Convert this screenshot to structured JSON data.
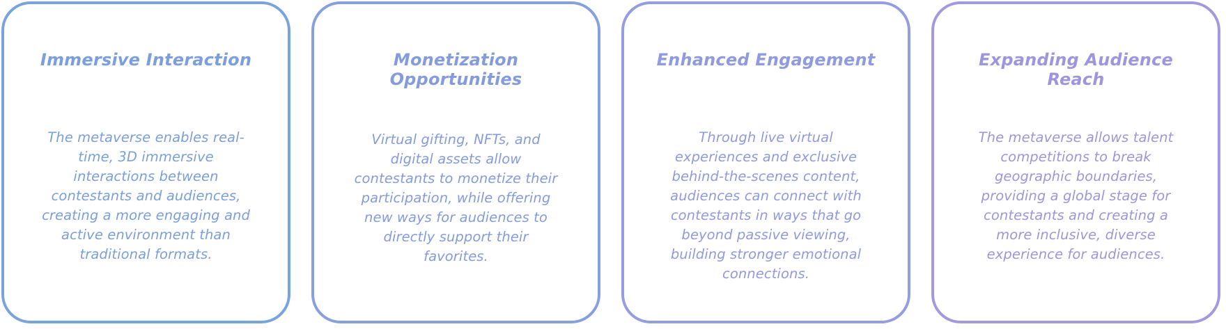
{
  "cards": [
    {
      "title": "Immersive Interaction",
      "text": "The metaverse enables real-time, 3D immersive interactions between contestants and audiences, creating a more engaging and active environment than traditional formats."
    },
    {
      "title": "Monetization Opportunities",
      "text": "Virtual gifting, NFTs, and digital assets allow contestants to monetize their participation, while offering new ways for audiences to directly support their favorites."
    },
    {
      "title": "Enhanced Engagement",
      "text": "Through live virtual experiences and exclusive behind-the-scenes content, audiences can connect with contestants in ways that go beyond passive viewing, building stronger emotional connections."
    },
    {
      "title": "Expanding Audience Reach",
      "text": "The metaverse allows talent competitions to break geographic boundaries, providing a global stage for contestants and creating a more inclusive, diverse experience for audiences."
    }
  ],
  "colors": {
    "card_1": "#78a3dc",
    "card_2": "#86a0de",
    "card_3": "#939de0",
    "card_4": "#a299df"
  }
}
